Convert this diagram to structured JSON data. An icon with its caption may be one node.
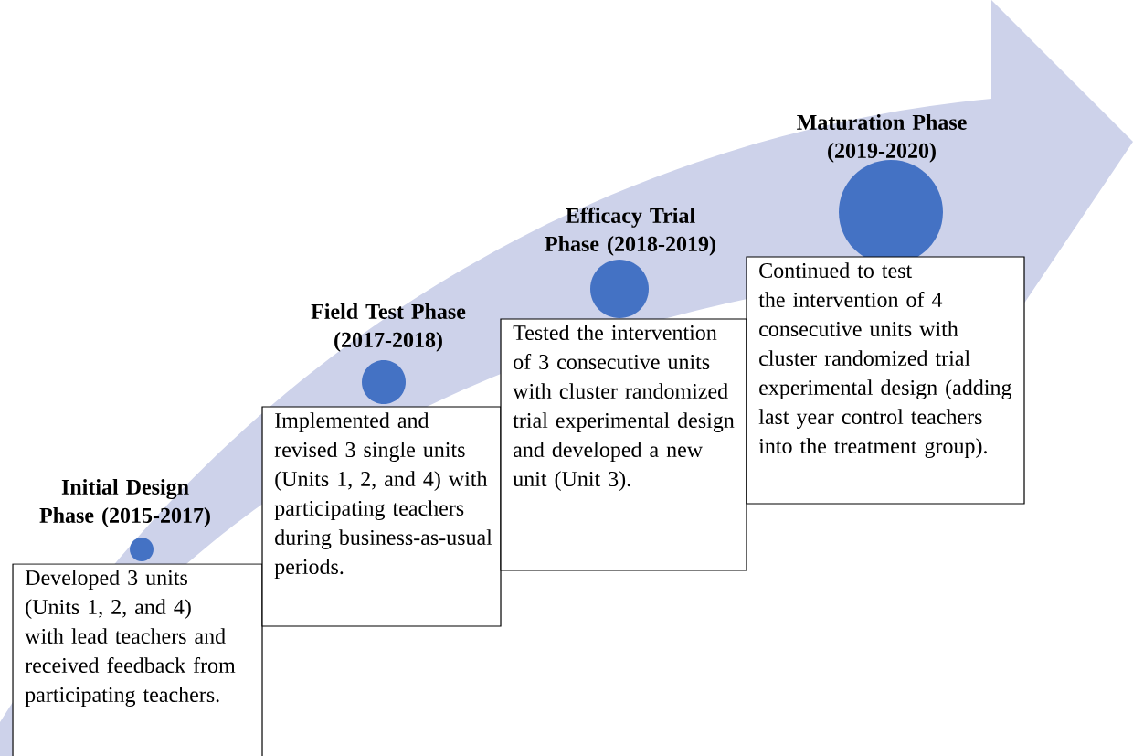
{
  "diagram": {
    "nodes": [
      {
        "text": [
          "Initial Design Phase (2015-2017)"
        ]
      },
      {
        "text": [
          "Developed 3 units (Units 1, 2, and 4) with lead teachers and received feedback from participating teachers."
        ]
      },
      {
        "text": [
          "Field Test Phase (2017-2018)"
        ]
      },
      {
        "text": [
          "Implemented and revised 3 single units (Units 1, 2, and 4) with participating teachers during business-as-usual periods."
        ]
      },
      {
        "text": [
          "Efficacy Trial Phase (2018-2019)"
        ]
      },
      {
        "text": [
          "Tested the intervention of 3 consecutive units with cluster randomized trial experimental design and developed a new unit (Unit 3)."
        ]
      },
      {
        "text": [
          "Maturation Phase (2019-2020)"
        ]
      },
      {
        "text": [
          "Continued to test the intervention of 4 consecutive units with cluster randomized trial experimental design (adding last year control teachers into the treatment group)."
        ]
      }
    ]
  }
}
